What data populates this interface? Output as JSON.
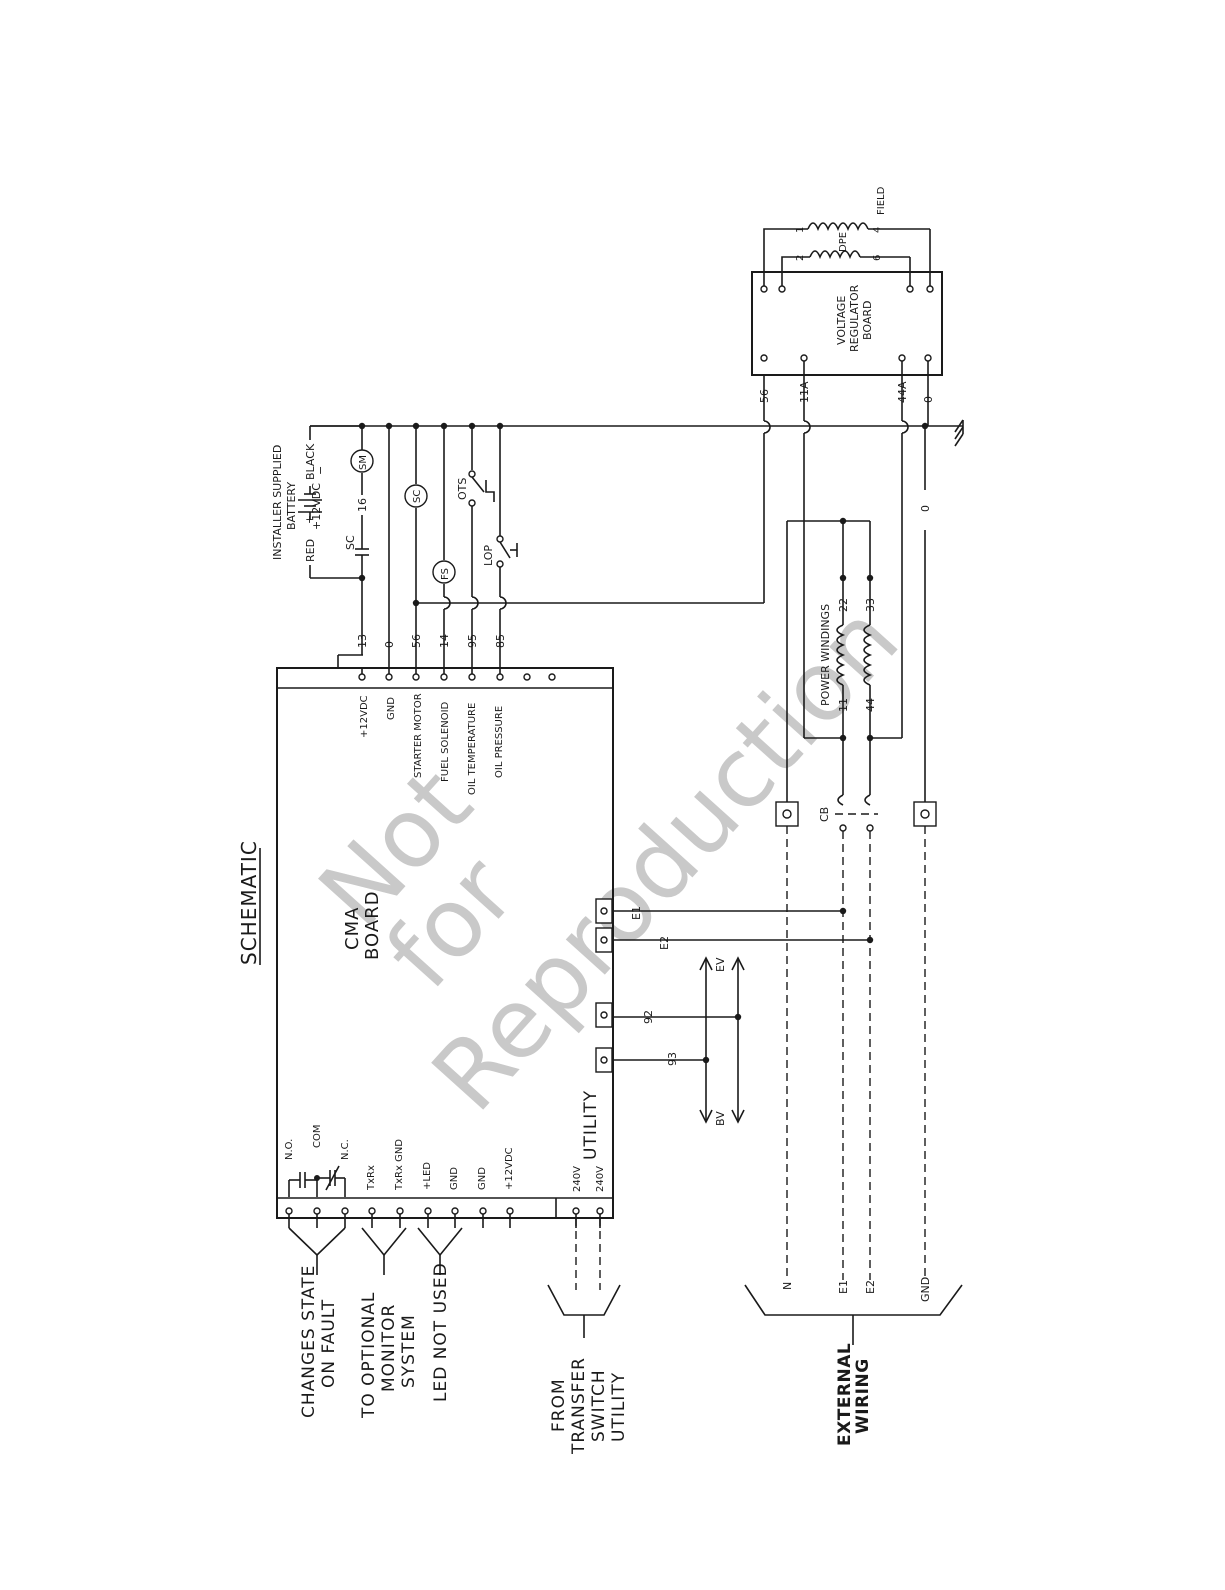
{
  "title": "SCHEMATIC",
  "watermark": [
    "Not",
    "for",
    "Reproduction"
  ],
  "cma_board": {
    "name_line1": "CMA",
    "name_line2": "BOARD",
    "top_terminals": [
      "+12VDC",
      "GND",
      "STARTER MOTOR",
      "FUEL SOLENOID",
      "OIL TEMPERATURE",
      "OIL PRESSURE"
    ],
    "bottom_terminals": [
      "N.O.",
      "COM",
      "N.C.",
      "TxRx",
      "TxRx GND",
      "+LED",
      "GND",
      "GND",
      "+12VDC",
      "240V",
      "240V"
    ],
    "utility_label": "UTILITY"
  },
  "battery": {
    "label_line1": "INSTALLER SUPPLIED",
    "label_line2": "BATTERY",
    "voltage": "+12VDC",
    "red": "RED",
    "black": "BLACK",
    "sign_plus": "+",
    "sign_minus": "−"
  },
  "components": {
    "sc": "SC",
    "sm": "SM",
    "fs": "FS",
    "ots": "OTS",
    "lop": "LOP",
    "cb": "CB"
  },
  "wires": {
    "w13": "13",
    "w0": "0",
    "w56": "56",
    "w14": "14",
    "w95": "95",
    "w85": "85",
    "w16": "16",
    "w56b": "56",
    "w11a": "11A",
    "w44a": "44A",
    "w0b": "0",
    "w0c": "0",
    "w11": "11",
    "w22": "22",
    "w44": "44",
    "w33": "33",
    "e1": "E1",
    "e2": "E2",
    "w92": "92",
    "w93": "93",
    "ev": "EV",
    "bv": "BV"
  },
  "voltage_regulator": {
    "line1": "VOLTAGE",
    "line2": "REGULATOR",
    "line3": "BOARD",
    "dpe": "DPE",
    "field": "FIELD",
    "pins": [
      "1",
      "2",
      "6",
      "4"
    ]
  },
  "power_windings": "POWER WINDINGS",
  "external_wiring": {
    "line1": "EXTERNAL",
    "line2": "WIRING",
    "terminals": [
      "N",
      "E1",
      "E2",
      "GND"
    ]
  },
  "side_labels": {
    "fault_line1": "CHANGES STATE",
    "fault_line2": "ON FAULT",
    "monitor_line1": "TO OPTIONAL",
    "monitor_line2": "MONITOR",
    "monitor_line3": "SYSTEM",
    "led": "LED NOT USED",
    "transfer_line1": "FROM",
    "transfer_line2": "TRANSFER",
    "transfer_line3": "SWITCH",
    "transfer_line4": "UTILITY"
  }
}
